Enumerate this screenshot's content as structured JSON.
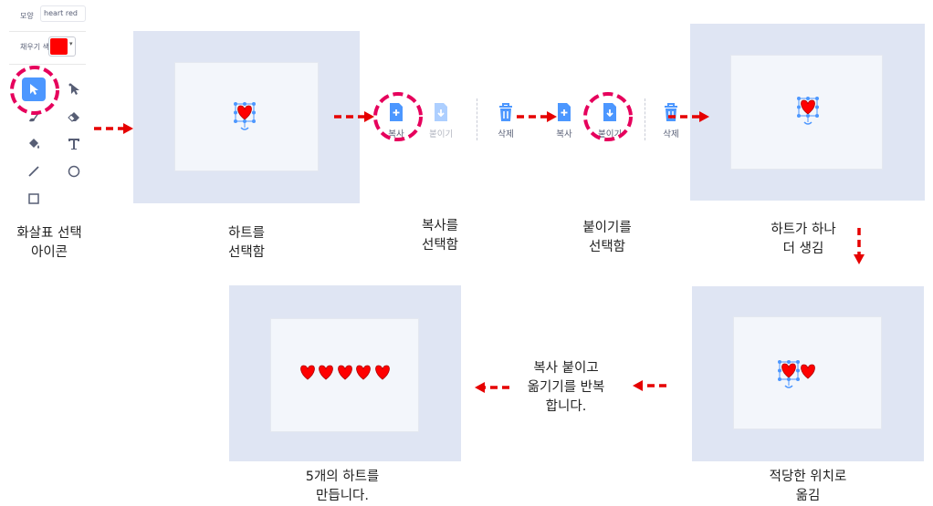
{
  "toolbar": {
    "shape_label": "모양",
    "shape_value": "heart red",
    "fill_label": "채우기 색",
    "fill_color": "#ff0000"
  },
  "tools": [
    "select-icon",
    "reshape-icon",
    "brush-icon",
    "eraser-icon",
    "fill-icon",
    "text-icon",
    "line-icon",
    "circle-icon",
    "rect-icon"
  ],
  "buttons": {
    "copy": "복사",
    "paste": "붙이기",
    "delete": "삭제"
  },
  "captions": {
    "step1": "화살표 선택\n아이콘",
    "step2": "하트를\n선택함",
    "step3": "복사를\n선택함",
    "step4": "붙이기를\n선택함",
    "step5": "하트가 하나\n더 생김",
    "step6": "적당한 위치로\n옮김",
    "step7": "복사 붙이고\n옮기기를 반복\n합니다.",
    "step8": "5개의 하트를\n만듭니다."
  },
  "colors": {
    "accent": "#4c97ff",
    "highlight": "#e6005c",
    "arrow": "#e60000",
    "heart": "#ff0000"
  }
}
